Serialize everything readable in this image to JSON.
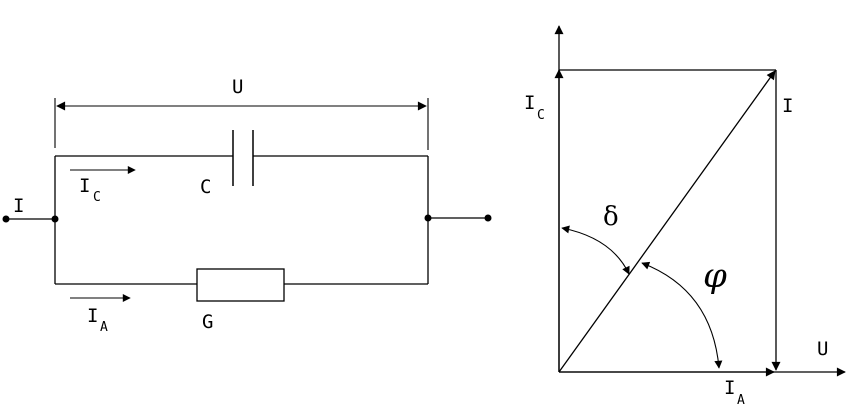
{
  "circuit": {
    "voltage_label": "U",
    "capacitor_label": "C",
    "conductance_label": "G",
    "total_current_label": "I",
    "capacitive_current": {
      "main": "I",
      "sub": "C"
    },
    "active_current": {
      "main": "I",
      "sub": "A"
    }
  },
  "phasor": {
    "capacitive_axis": {
      "main": "I",
      "sub": "C"
    },
    "total_current_label": "I",
    "active_axis": {
      "main": "I",
      "sub": "A"
    },
    "voltage_axis_label": "U",
    "loss_angle_symbol": "δ",
    "phase_angle_symbol": "φ"
  }
}
